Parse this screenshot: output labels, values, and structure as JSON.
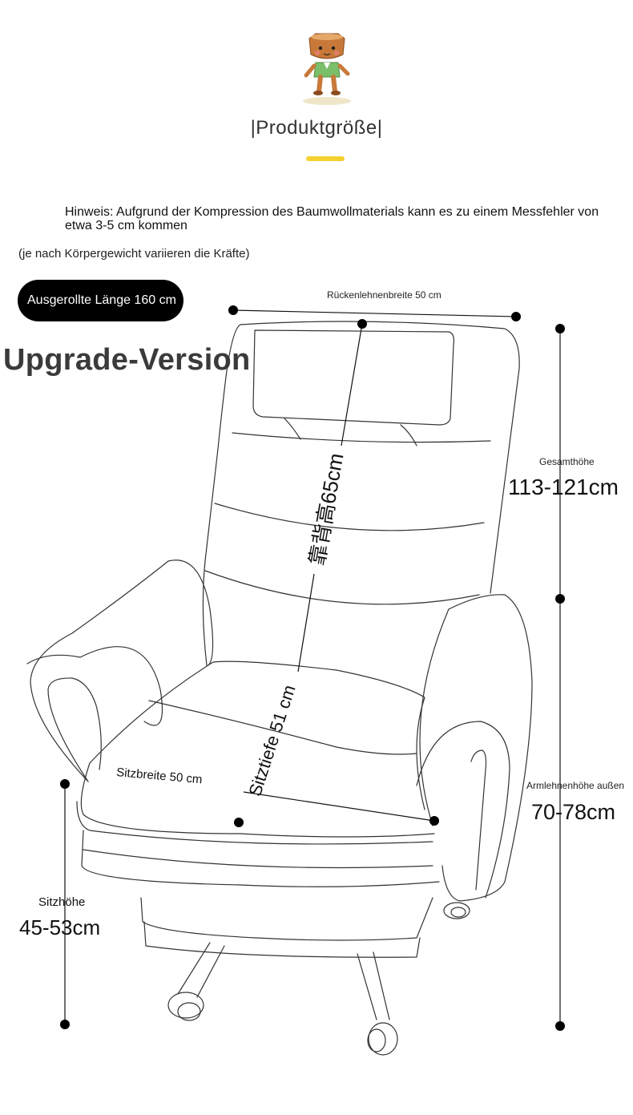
{
  "header": {
    "title": "|Produktgröße|"
  },
  "notice": {
    "text": "Hinweis: Aufgrund der Kompression des Baumwollmaterials kann es zu einem Messfehler von etwa 3-5 cm kommen",
    "sub": "(je nach Körpergewicht variieren die Kräfte)"
  },
  "badge": {
    "label": "Ausgerollte Länge 160 cm"
  },
  "version_label": "Upgrade-Version",
  "dimensions": {
    "backrest_width": "Rückenlehnenbreite 50 cm",
    "total_height_label": "Gesamthöhe",
    "total_height_value": "113-121cm",
    "back_height": "靠背高65cm",
    "seat_depth": "Sitztiefe 51 cm",
    "seat_width": "Sitzbreite 50 cm",
    "armrest_label": "Armlehnenhöhe außen",
    "armrest_value": "70-78cm",
    "seat_height_label": "Sitzhöhe",
    "seat_height_value": "45-53cm"
  },
  "colors": {
    "accent": "#f5d130",
    "badge_bg": "#000000",
    "line": "#111111"
  }
}
